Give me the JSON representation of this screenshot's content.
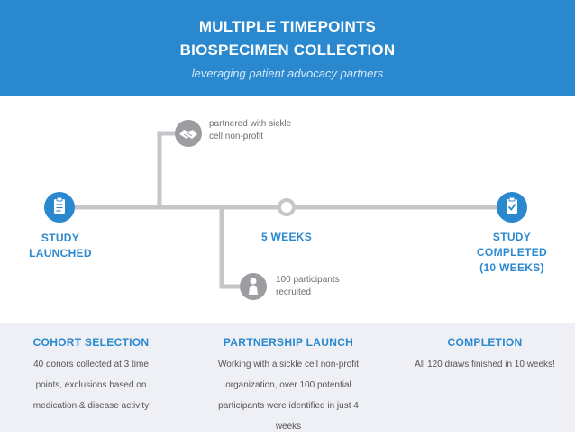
{
  "header": {
    "title_line1": "MULTIPLE TIMEPOINTS",
    "title_line2": "BIOSPECIMEN COLLECTION",
    "subtitle": "leveraging patient advocacy partners"
  },
  "timeline": {
    "start_label": [
      "STUDY",
      "LAUNCHED"
    ],
    "mid_label": "5 WEEKS",
    "end_label": [
      "STUDY",
      "COMPLETED",
      "(10 WEEKS)"
    ],
    "partner_note": [
      "partnered with sickle",
      "cell non-profit"
    ],
    "participants_note": [
      "100 participants",
      "recruited"
    ],
    "icons": {
      "start": "clipboard-icon",
      "end": "clipboard-check-icon",
      "partner": "handshake-icon",
      "participants": "person-icon",
      "midpoint": "milestone-ring-icon"
    }
  },
  "columns": [
    {
      "heading": "COHORT SELECTION",
      "lines": [
        "40 donors collected at 3 time",
        "points, exclusions based on",
        "medication & disease activity"
      ]
    },
    {
      "heading": "PARTNERSHIP LAUNCH",
      "lines": [
        "Working with a sickle cell non-profit",
        "organization, over 100 potential",
        "participants were identified in just 4",
        "weeks"
      ]
    },
    {
      "heading": "COMPLETION",
      "lines": [
        "All 120 draws finished in 10 weeks!"
      ]
    }
  ],
  "colors": {
    "brand_blue": "#2a88cf",
    "line_grey": "#c4c6ca",
    "icon_grey": "#9b9da1",
    "panel_bg": "#eef0f5"
  }
}
